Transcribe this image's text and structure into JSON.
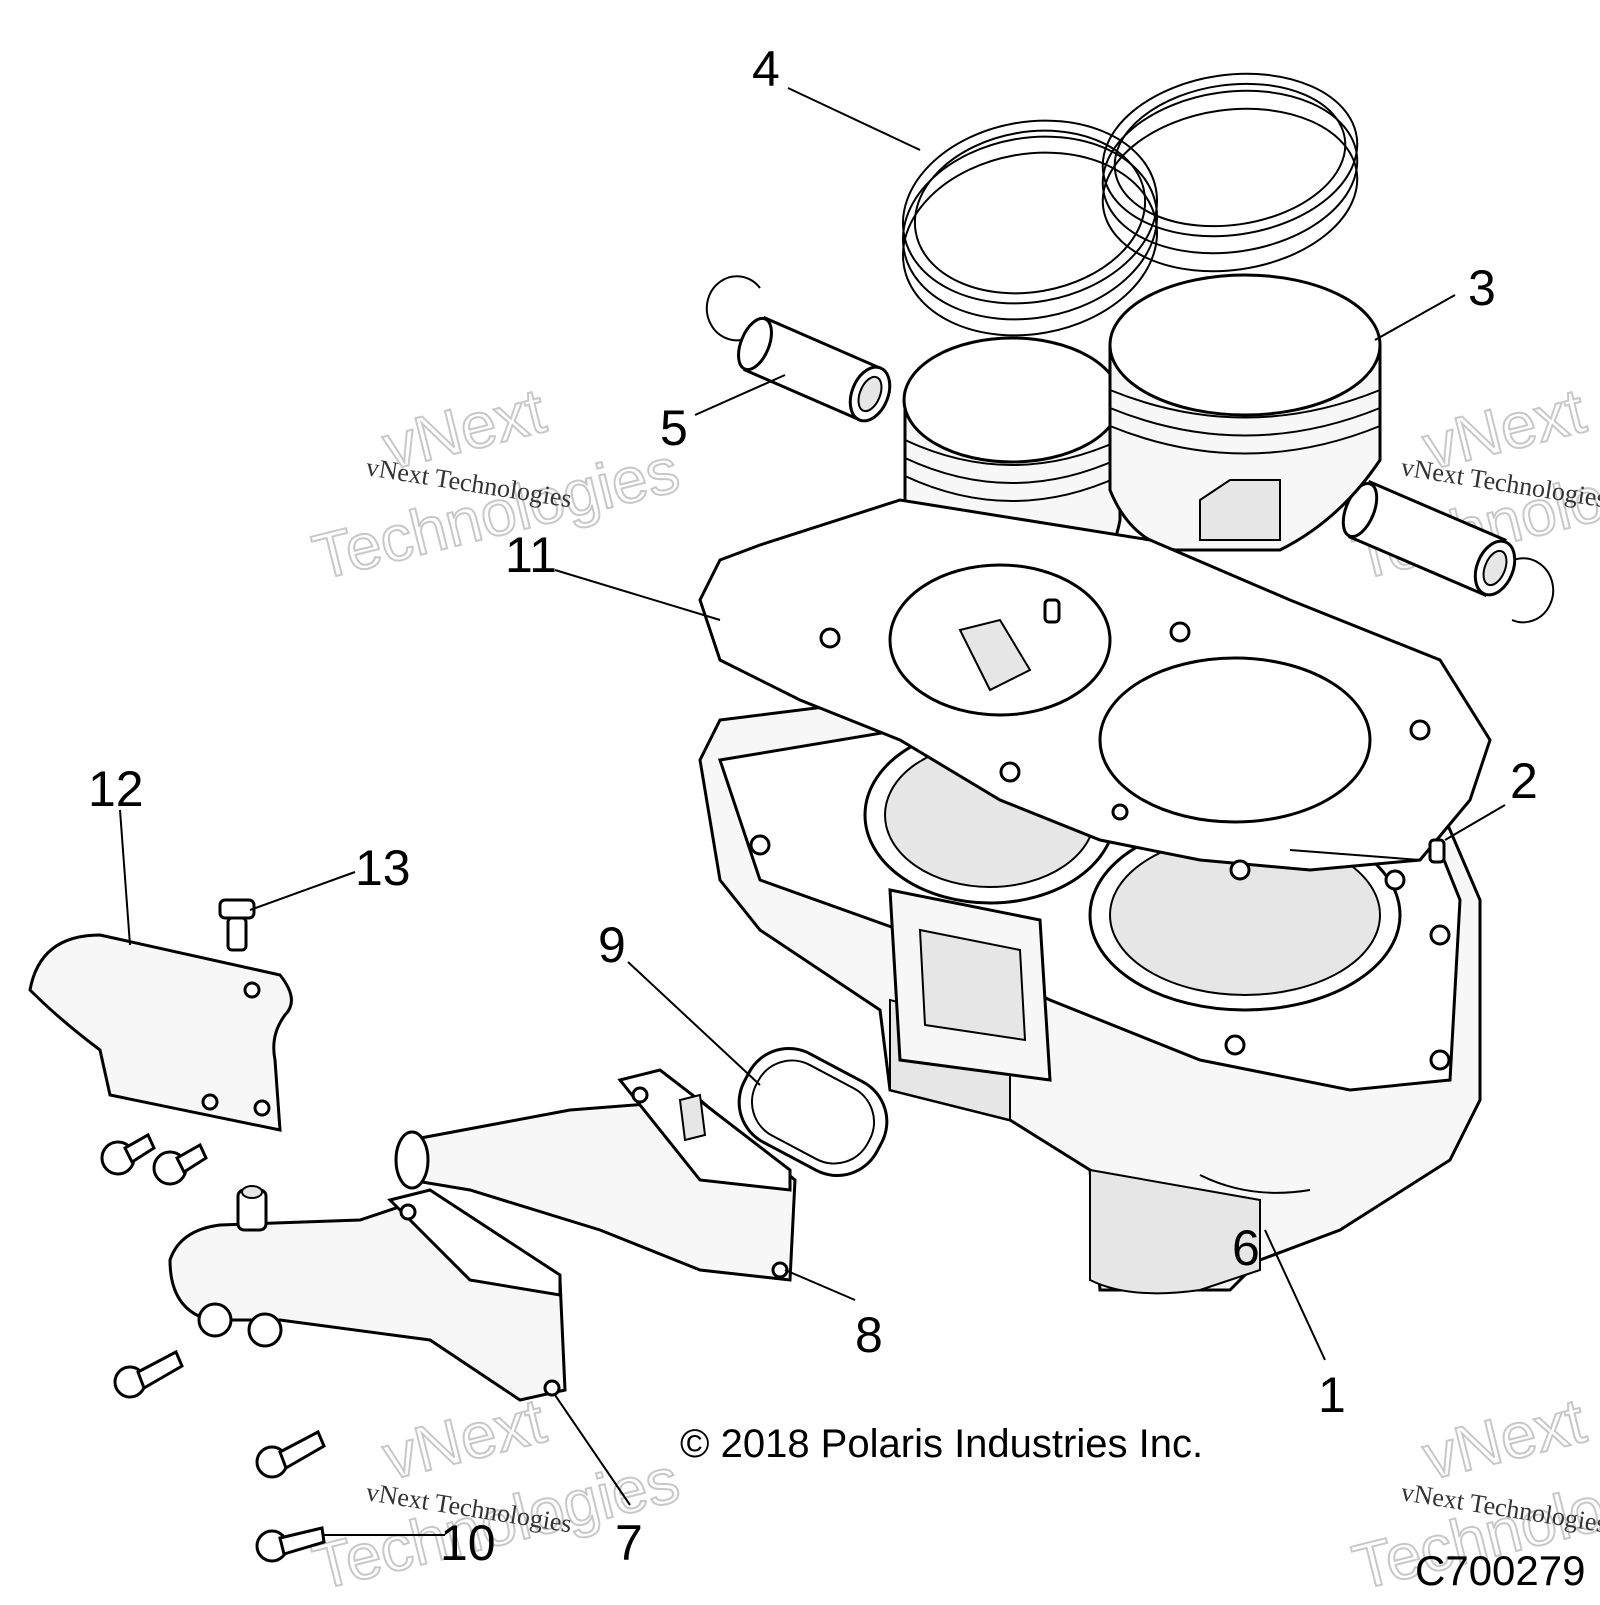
{
  "callouts": {
    "c1": "1",
    "c2": "2",
    "c3": "3",
    "c4": "4",
    "c5": "5",
    "c6": "6",
    "c7": "7",
    "c8": "8",
    "c9": "9",
    "c10": "10",
    "c11": "11",
    "c12": "12",
    "c13": "13"
  },
  "watermark": {
    "line": "vNext Technologies",
    "big_top": "vNext",
    "big_bottom": "Technologies"
  },
  "copyright": "© 2018 Polaris Industries Inc.",
  "figure_code": "C700279"
}
